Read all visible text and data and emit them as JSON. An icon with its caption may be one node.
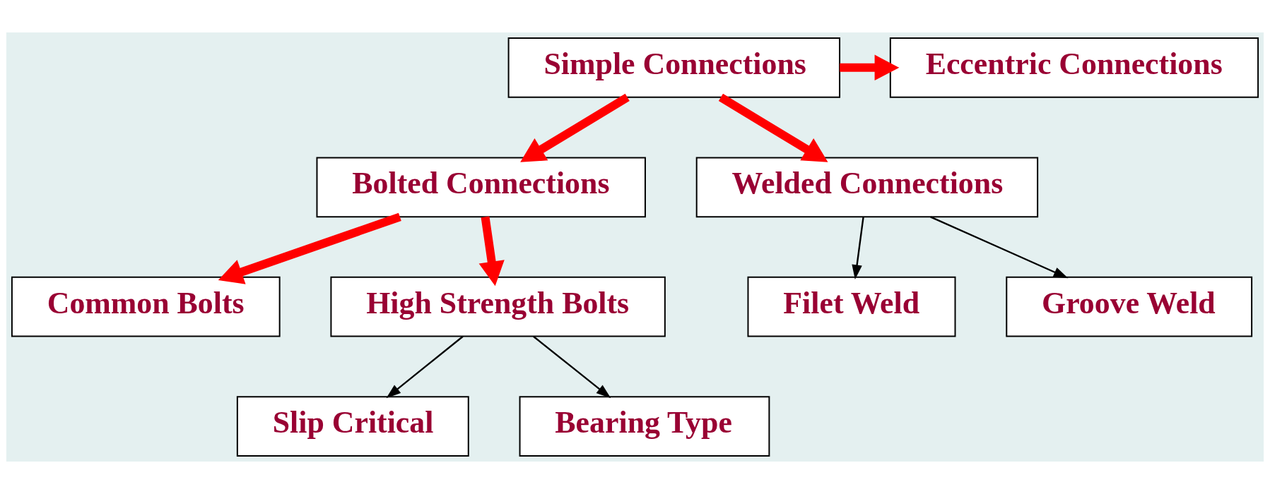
{
  "diagram": {
    "nodes": [
      {
        "text": [
          "Simple Connections"
        ]
      },
      {
        "text": [
          "Eccentric Connections"
        ]
      },
      {
        "text": [
          "Bolted Connections"
        ]
      },
      {
        "text": [
          "Welded Connections"
        ]
      },
      {
        "text": [
          "Common Bolts"
        ]
      },
      {
        "text": [
          "High Strength Bolts"
        ]
      },
      {
        "text": [
          "Slip Critical"
        ]
      },
      {
        "text": [
          "Bearing Type"
        ]
      },
      {
        "text": [
          "Filet Weld"
        ]
      },
      {
        "text": [
          "Groove Weld"
        ]
      }
    ],
    "edges": [
      {
        "from": 0,
        "to": 1,
        "arrow": "to"
      },
      {
        "from": 0,
        "to": 2,
        "arrow": "to"
      },
      {
        "from": 0,
        "to": 3,
        "arrow": "to"
      },
      {
        "from": 2,
        "to": 4,
        "arrow": "to"
      },
      {
        "from": 2,
        "to": 5,
        "arrow": "to"
      },
      {
        "from": 5,
        "to": 6,
        "arrow": "to",
        "color": "#000000"
      },
      {
        "from": 5,
        "to": 7,
        "arrow": "to",
        "color": "#000000"
      },
      {
        "from": 3,
        "to": 8,
        "arrow": "to",
        "color": "#000000"
      },
      {
        "from": 3,
        "to": 9,
        "arrow": "to",
        "color": "#000000"
      }
    ]
  }
}
